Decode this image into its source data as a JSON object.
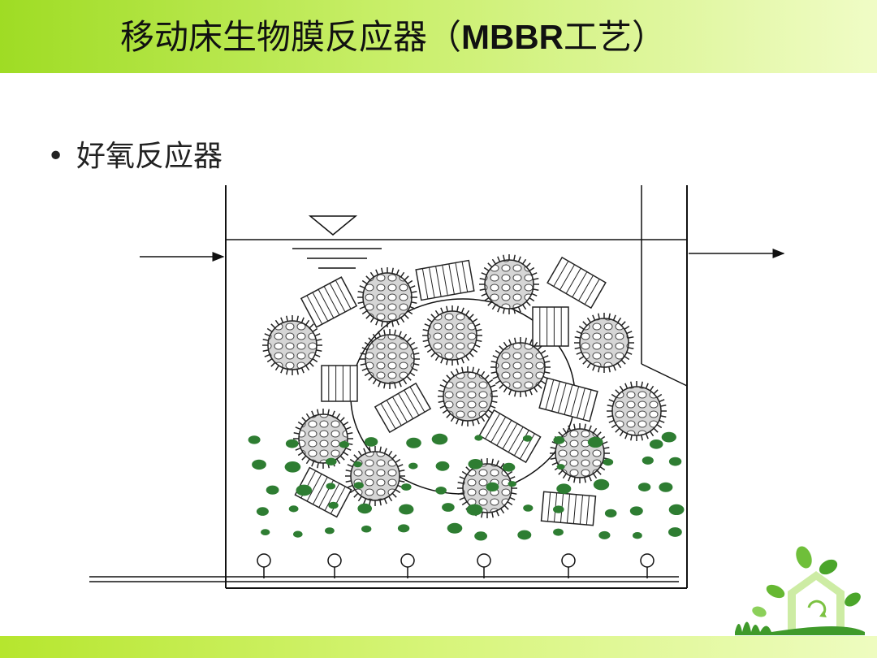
{
  "slide": {
    "title_cn": "移动床生物膜反应器",
    "title_paren_open": "（",
    "title_en": "MBBR",
    "title_cn2": "工艺",
    "title_paren_close": "）",
    "bullet_text": "好氧反应器"
  },
  "diagram": {
    "elements": [
      "inflow-arrow",
      "outflow-arrow",
      "water-level-symbol",
      "tank",
      "baffle",
      "circulation-loop",
      "biofilm-carriers",
      "plastic-carriers",
      "air-bubbles",
      "aeration-diffusers",
      "air-pipe"
    ],
    "colors": {
      "line": "#111111",
      "bubble": "#2e7d32",
      "carrier_fill": "#bdbdbd"
    }
  },
  "decor": {
    "logo_icon": "eco-house-recycle-icon",
    "accent": "#9fdc24"
  }
}
